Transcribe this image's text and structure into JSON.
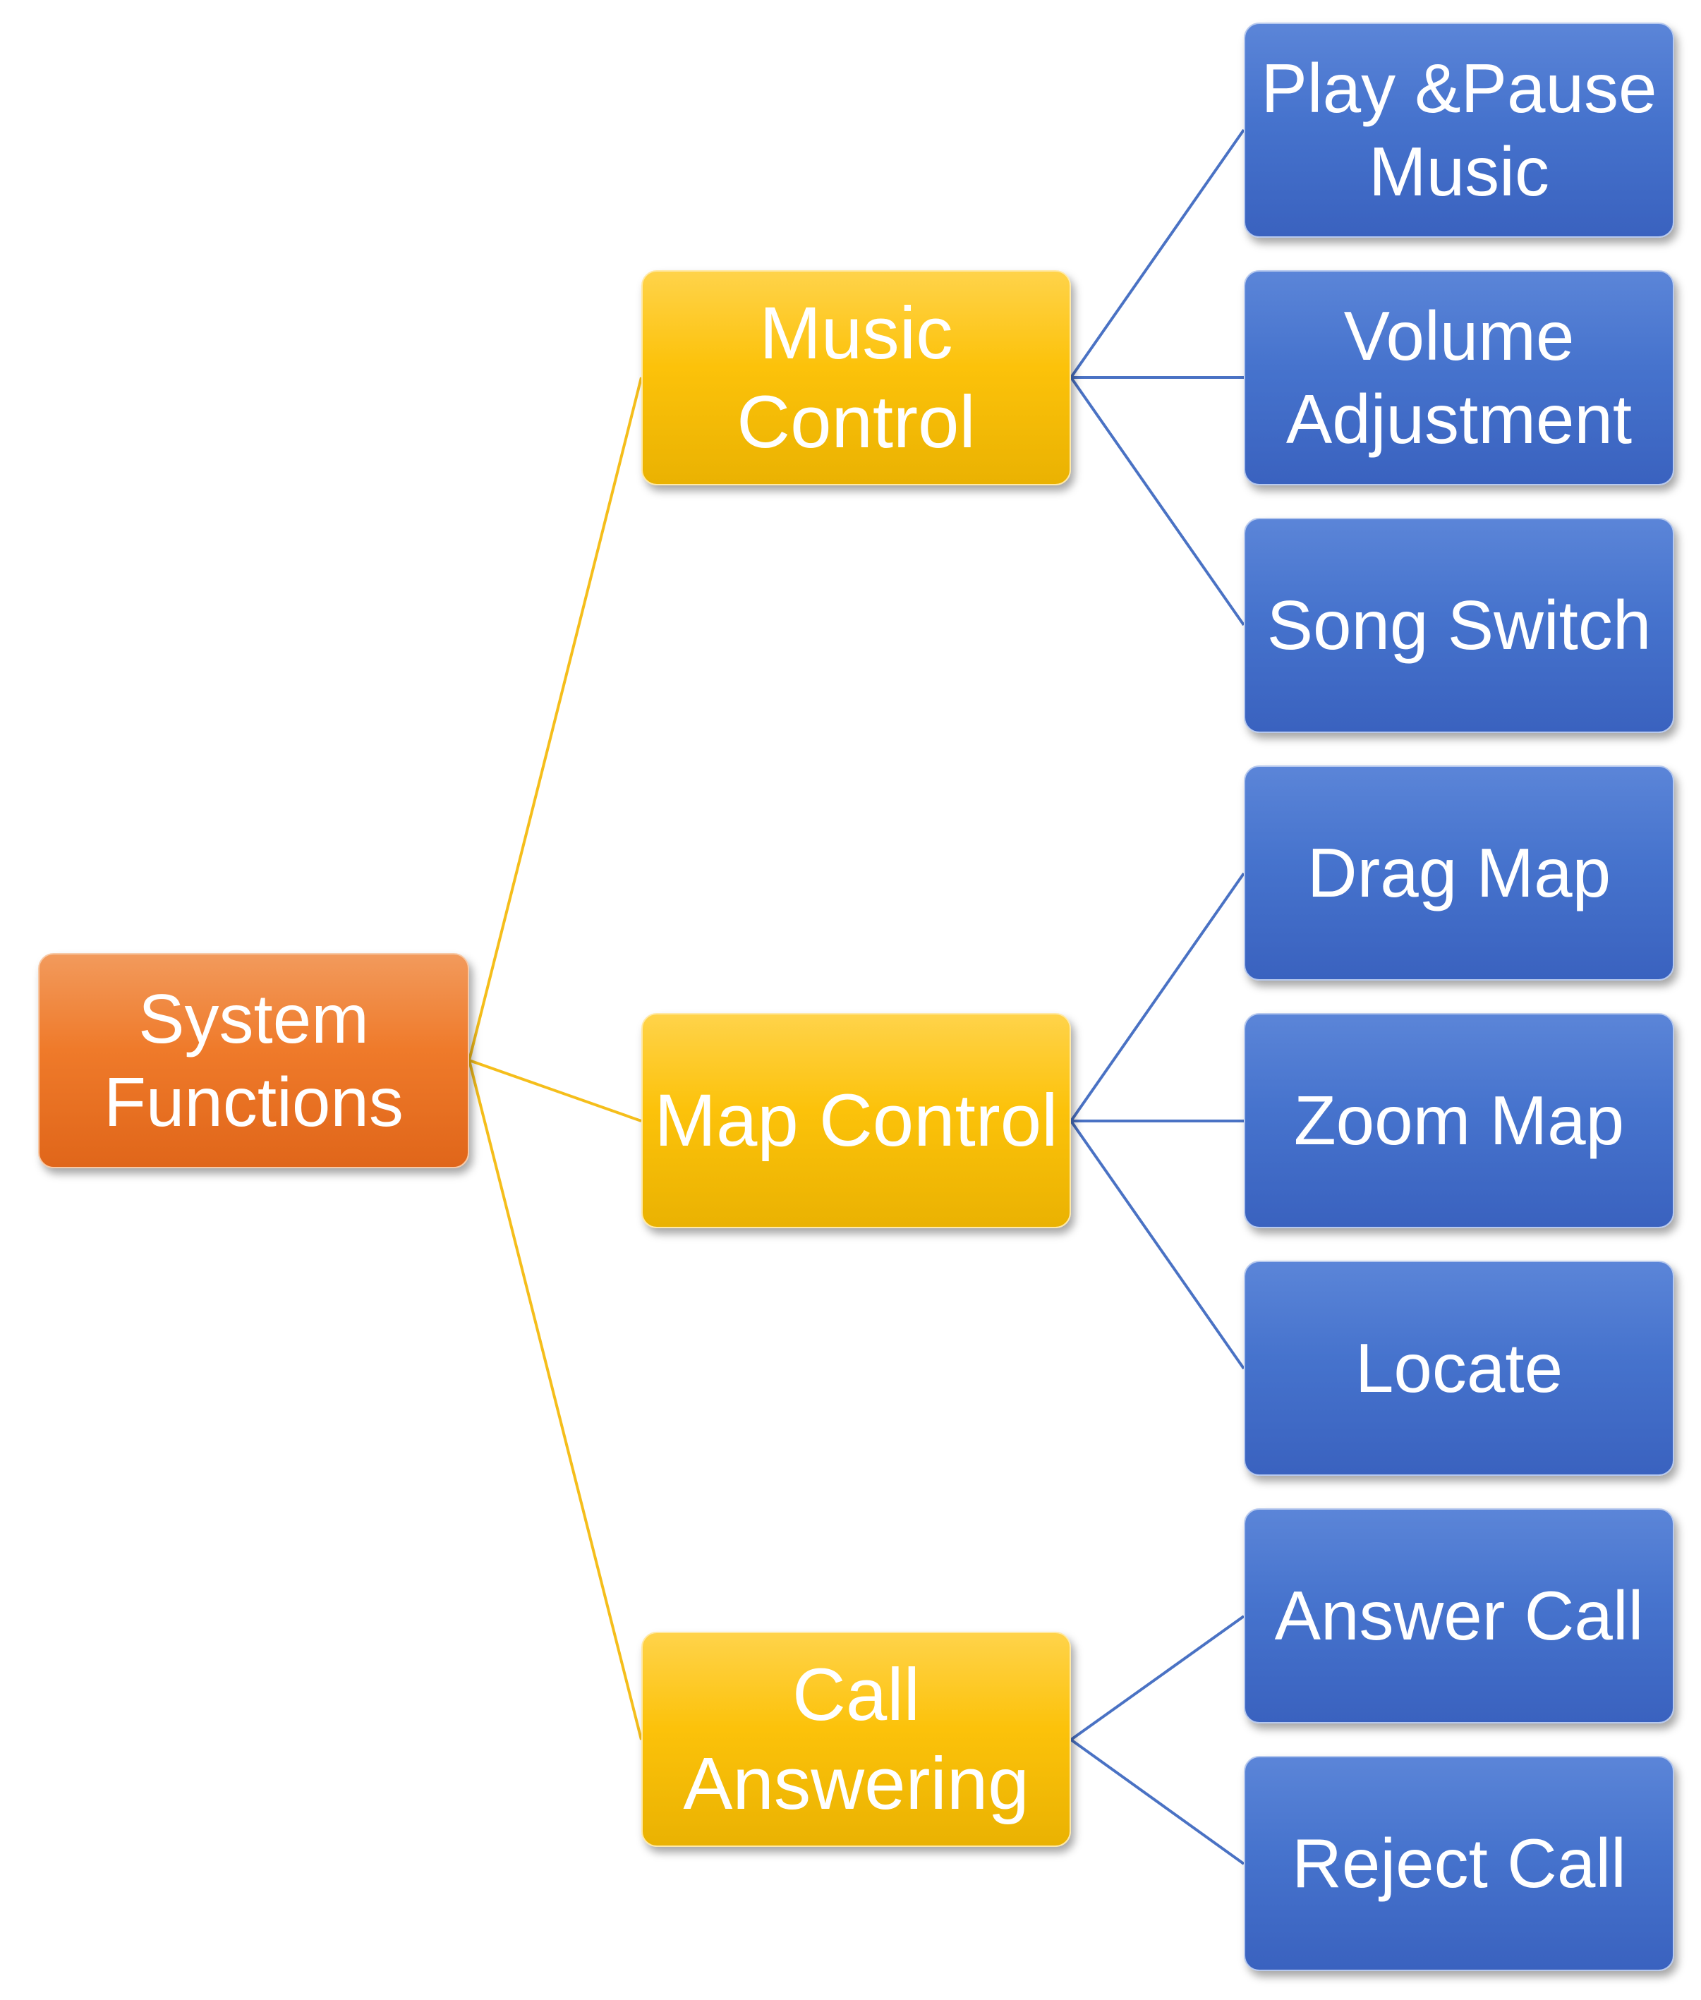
{
  "diagram": {
    "root": {
      "label": "System Functions"
    },
    "groups": [
      {
        "label": "Music Control",
        "children": [
          "Play &Pause Music",
          "Volume Adjustment",
          "Song Switch"
        ]
      },
      {
        "label": "Map Control",
        "children": [
          "Drag Map",
          "Zoom Map",
          "Locate"
        ]
      },
      {
        "label": "Call Answering",
        "children": [
          "Answer Call",
          "Reject Call"
        ]
      }
    ],
    "colors": {
      "root": "#ef7a2a",
      "group": "#fcc20a",
      "leaf": "#4673cd",
      "root_connector": "#f5be1b",
      "leaf_connector": "#4a72c4",
      "text": "#ffffff"
    }
  }
}
